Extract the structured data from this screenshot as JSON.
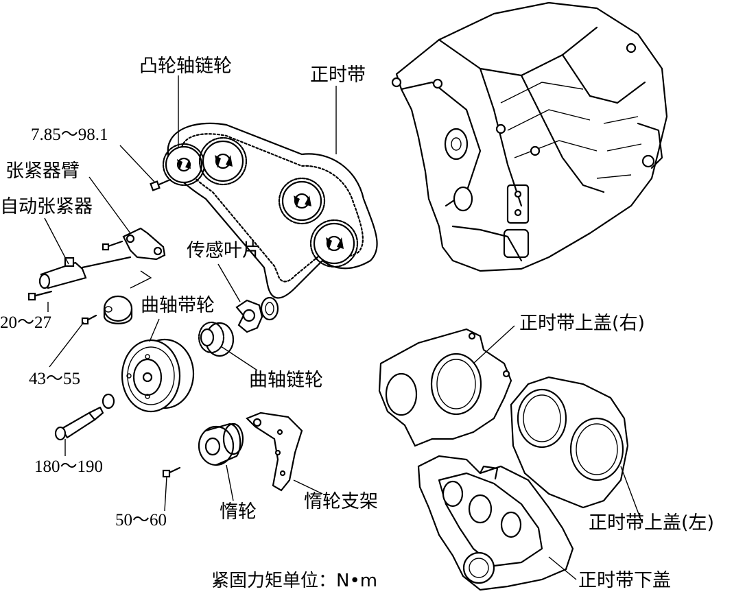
{
  "labels": {
    "camshaft_sprocket": "凸轮轴链轮",
    "timing_belt": "正时带",
    "torque_camshaft_bolt": "7.85～98.1",
    "tensioner_arm": "张紧器臂",
    "auto_tensioner": "自动张紧器",
    "sensor_blade": "传感叶片",
    "torque_tensioner_bolt": "20～27",
    "torque_pulley_bolt": "43～55",
    "crankshaft_pulley": "曲轴带轮",
    "crankshaft_sprocket": "曲轴链轮",
    "torque_crank_bolt": "180～190",
    "torque_idler_bolt": "50～60",
    "idler": "惰轮",
    "idler_bracket": "惰轮支架",
    "upper_cover_right": "正时带上盖(右)",
    "upper_cover_left": "正时带上盖(左)",
    "lower_cover": "正时带下盖",
    "torque_unit": "紧固力矩单位：N•m"
  }
}
